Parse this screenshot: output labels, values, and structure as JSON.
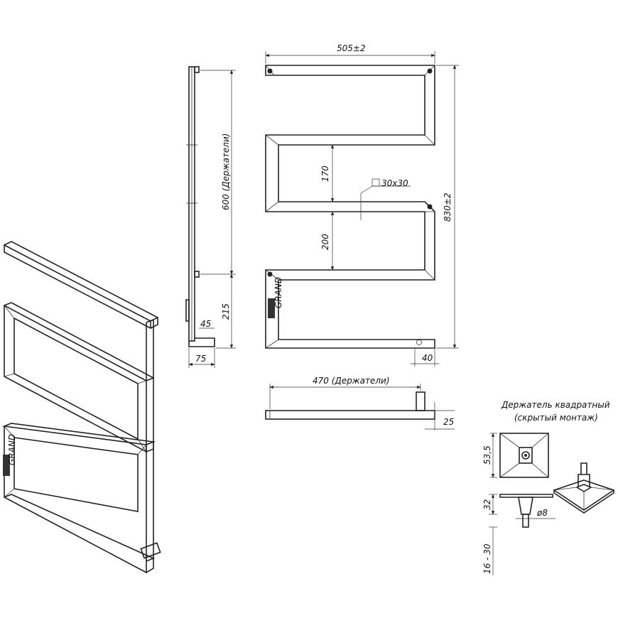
{
  "dimensions": {
    "width_total": "505±2",
    "height_total": "830±2",
    "gap_upper": "170",
    "gap_lower": "200",
    "profile": "30x30",
    "holder_spacing_vertical": "600 (Держатели)",
    "holder_offset_bottom": "215",
    "wall_offset_small": "45",
    "wall_offset": "75",
    "bottom_right_offset": "40",
    "holder_spacing_horizontal": "470 (Держатели)",
    "bar_thickness": "25"
  },
  "holder_detail": {
    "title_line1": "Держатель квадратный",
    "title_line2": "(скрытый монтаж)",
    "plate_size": "53,5",
    "height": "32",
    "pin_diameter": "ø8",
    "pin_length": "16 - 30"
  },
  "brand_mark": "GRAND"
}
